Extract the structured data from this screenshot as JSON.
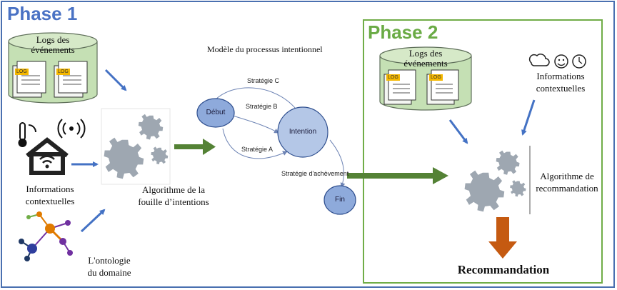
{
  "phase1": {
    "title": "Phase 1",
    "logs_label": "Logs des\névénements",
    "log_tag": "LOG",
    "context_label": "Informations\ncontextuelles",
    "ontology_label": "L'ontologie\ndu domaine",
    "algorithm_label": "Algorithme de la\nfouille d’intentions"
  },
  "process_model": {
    "title": "Modèle du processus intentionnel",
    "nodes": {
      "start": "Début",
      "intention": "Intention",
      "end": "Fin"
    },
    "strategies": {
      "a": "Stratégie A",
      "b": "Stratégie B",
      "c": "Stratégie C",
      "completion": "Stratégie d'achèvement"
    }
  },
  "phase2": {
    "title": "Phase 2",
    "logs_label": "Logs des\névénements",
    "log_tag": "LOG",
    "context_label": "Informations\ncontextuelles",
    "algorithm_label": "Algorithme de\nrecommandation",
    "output_label": "Recommandation"
  },
  "colors": {
    "phase1": "#4a72c4",
    "phase2": "#6aab45",
    "blue_arrow": "#4472c4",
    "green_arrow": "#548235",
    "orange_arrow": "#c55a11",
    "node_fill": "#8eaadb",
    "intention_fill": "#b4c7e7",
    "cylinder_fill": "#c5e0b4",
    "gear": "#9ea7b1"
  }
}
